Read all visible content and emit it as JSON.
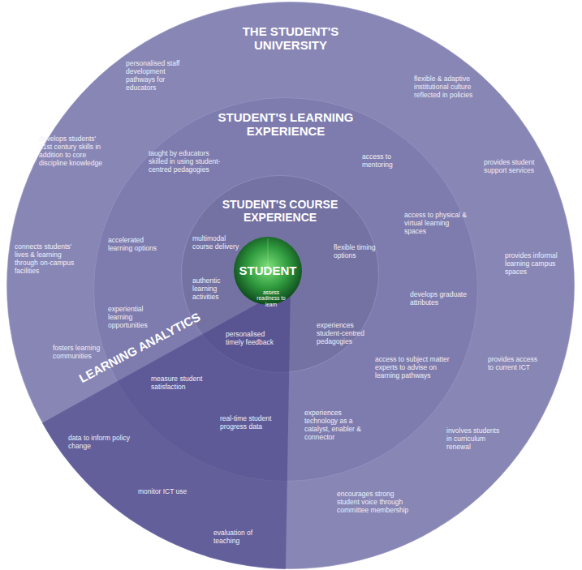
{
  "diagram": {
    "nodes": [
      {
        "text": [
          "THE STUDENT'S UNIVERSITY"
        ]
      },
      {
        "text": [
          "STUDENT'S LEARNING EXPERIENCE"
        ],
        "in": 0
      },
      {
        "text": [
          "STUDENT'S COURSE EXPERIENCE"
        ],
        "in": 1
      },
      {
        "text": [
          "STUDENT",
          "assess readiness to learn"
        ],
        "in": 2
      },
      {
        "text": [
          "LEARNING ANALYTICS"
        ],
        "in": 0
      }
    ],
    "labels": [
      "personalised staff development pathways for educators",
      "flexible & adaptive institutional culture reflected in policies",
      "develops students' 21st century skills in addition to core discipline knowledge",
      "provides student support services",
      "connects students' lives & learning through on-campus facilities",
      "provides informal learning campus spaces",
      "fosters learning communities",
      "provides access to current ICT",
      "data to inform policy change",
      "involves students in curriculum renewal",
      "monitor ICT use",
      "encourages strong student voice through committee membership",
      "evaluation of teaching",
      "taught by educators skilled in using student-centred pedagogies",
      "access to mentoring",
      "access to physical & virtual learning spaces",
      "accelerated learning options",
      "develops graduate attributes",
      "experiential learning opportunities",
      "access to subject matter experts to advise on learning pathways",
      "measure student satisfaction",
      "real-time student progress data",
      "experiences technology as a catalyst, enabler & connector",
      "multimodal course delivery",
      "flexible timing options",
      "authentic learning activities",
      "experiences student-centred pedagogies",
      "personalised timely feedback"
    ]
  }
}
